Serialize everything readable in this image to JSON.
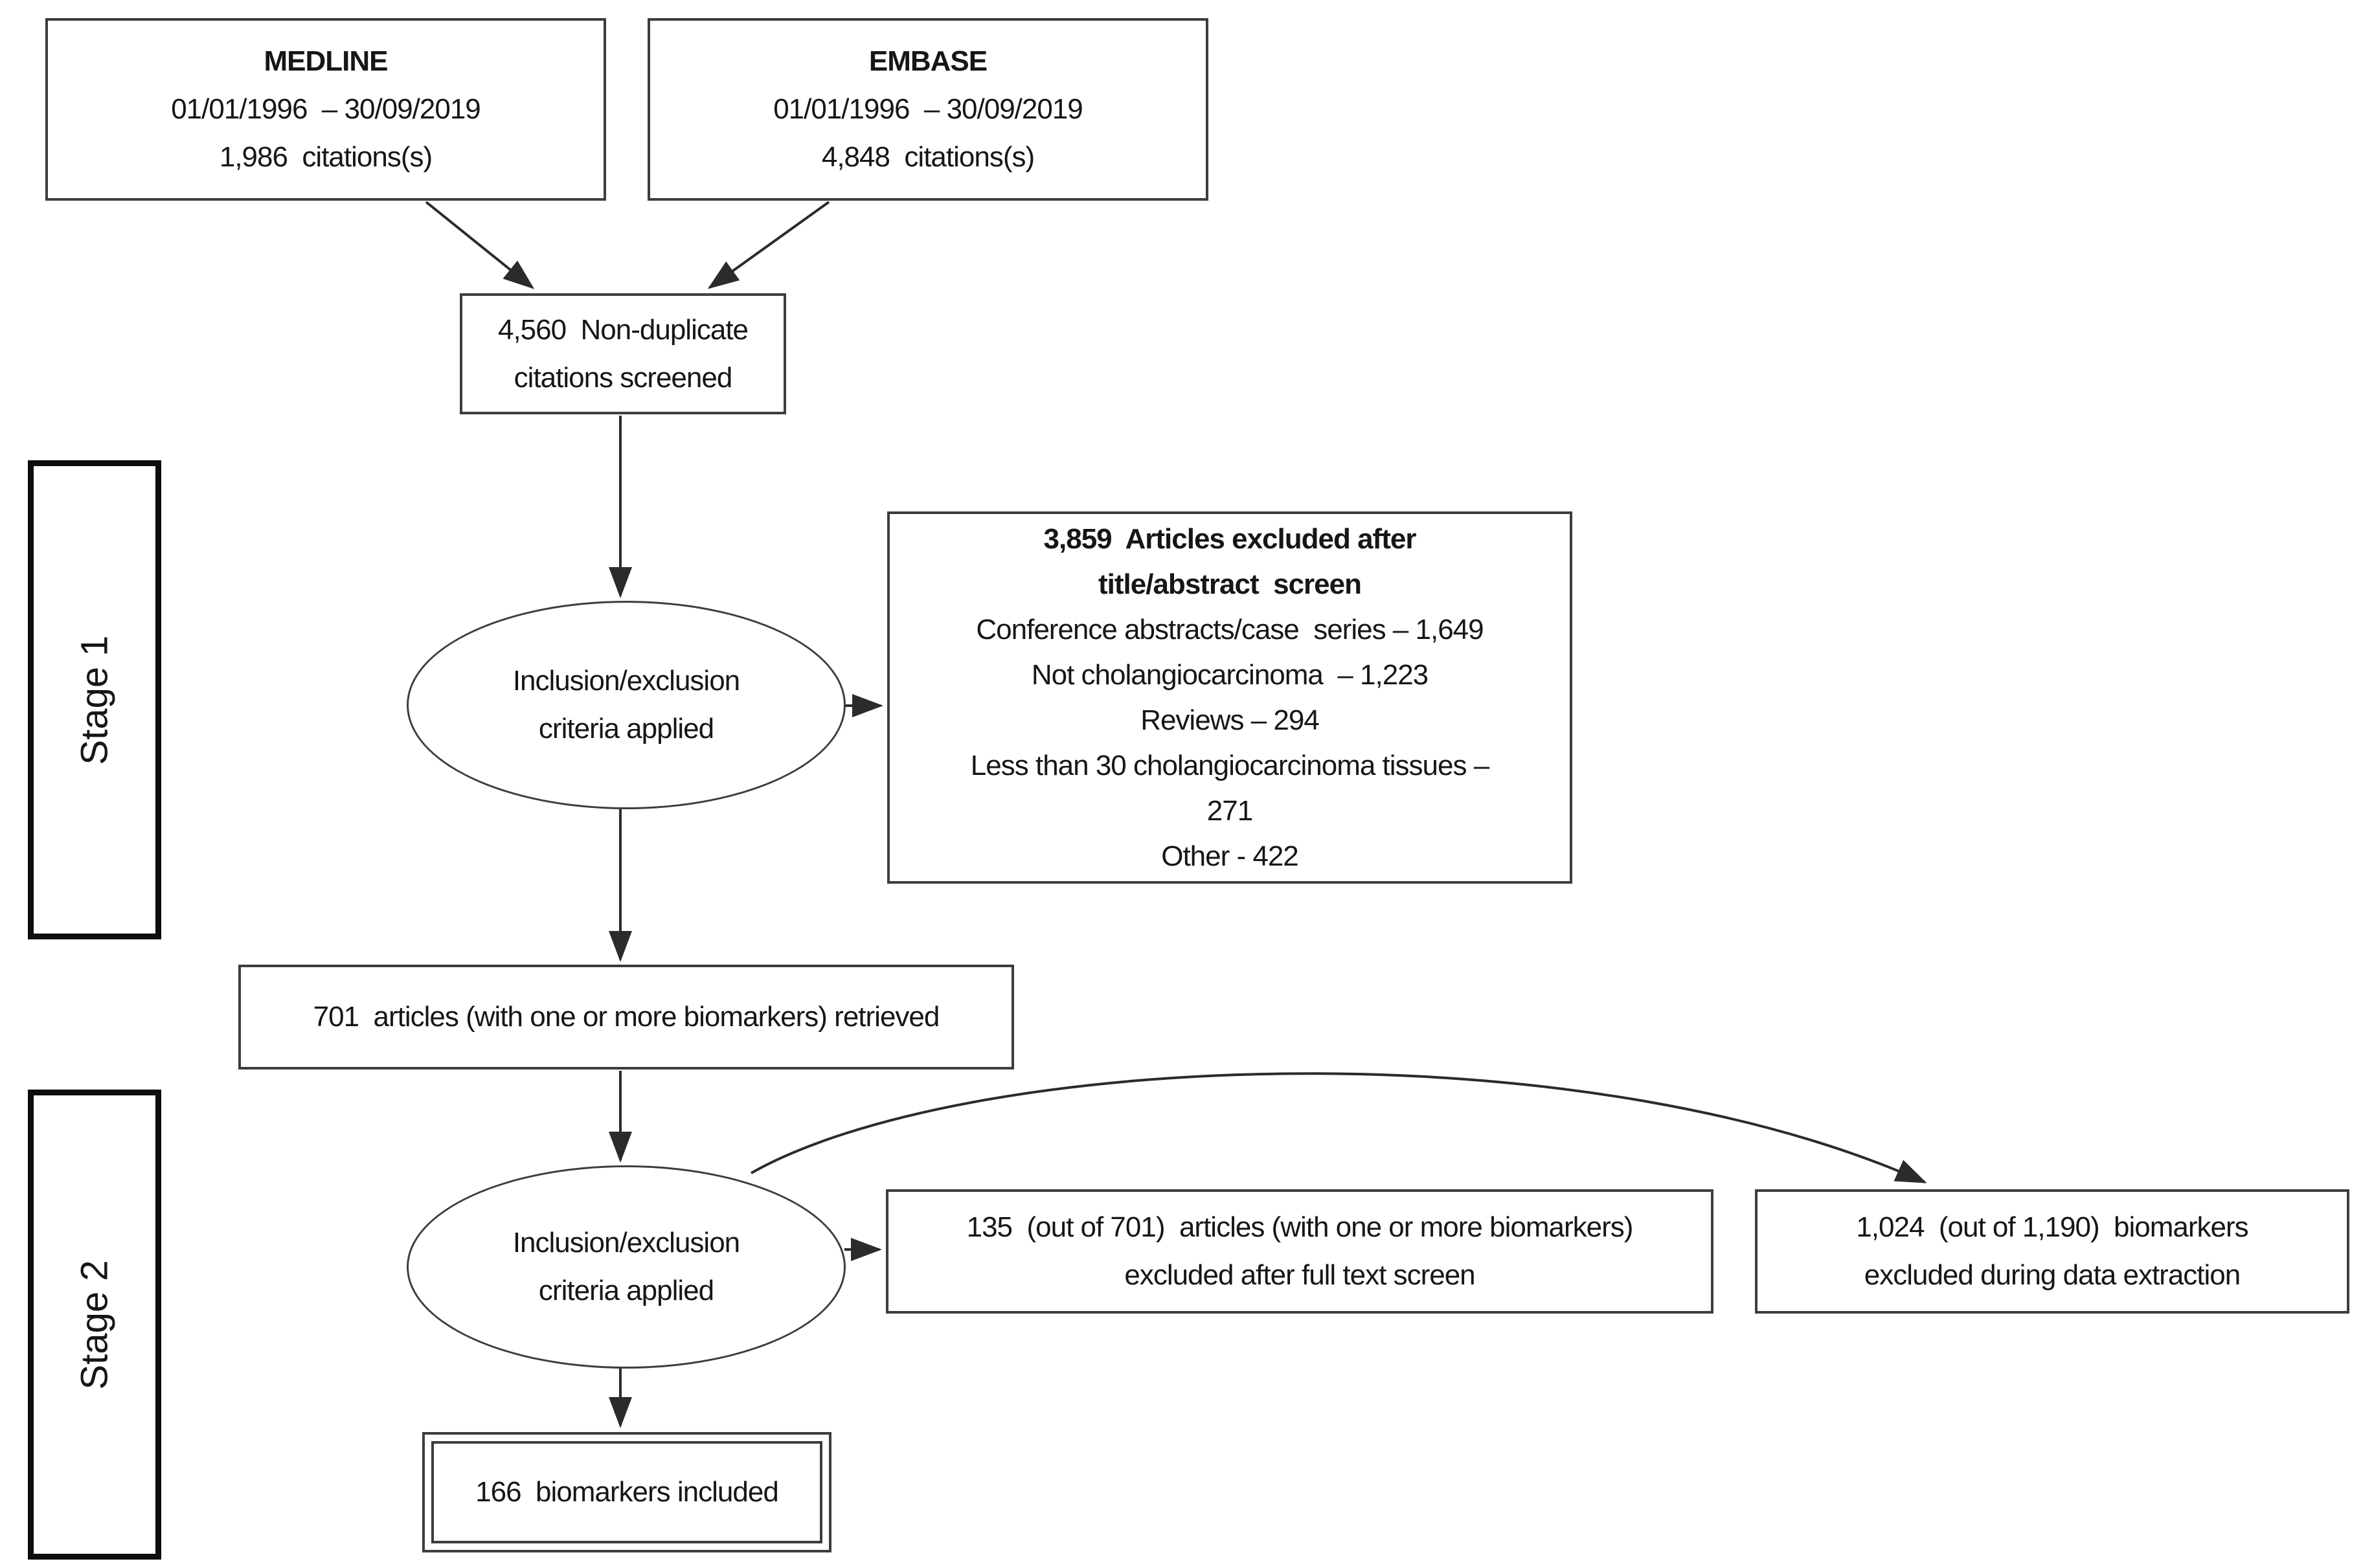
{
  "diagram": {
    "stage1": {
      "label": "Stage 1"
    },
    "stage2": {
      "label": "Stage 2"
    },
    "medline": {
      "title": "MEDLINE",
      "period": "01/01/1996  – 30/09/2019",
      "count": "1,986  citations(s)"
    },
    "embase": {
      "title": "EMBASE",
      "period": "01/01/1996  – 30/09/2019",
      "count": "4,848  citations(s)"
    },
    "screened": {
      "line1": "4,560  Non-duplicate",
      "line2": "citations screened"
    },
    "criteria1": {
      "line1": "Inclusion/exclusion",
      "line2": "criteria applied"
    },
    "criteria2": {
      "line1": "Inclusion/exclusion",
      "line2": "criteria applied"
    },
    "excluded_title_abstract": {
      "heading1": "3,859  Articles excluded after",
      "heading2": "title/abstract  screen",
      "reasons": [
        "Conference abstracts/case  series – 1,649",
        "Not cholangiocarcinoma  – 1,223",
        "Reviews – 294",
        "Less than 30 cholangiocarcinoma tissues –",
        "271",
        "Other - 422"
      ]
    },
    "retrieved": {
      "text": "701  articles (with one or more biomarkers) retrieved"
    },
    "excluded_full_text": {
      "line1": "135  (out of 701)  articles (with one or more biomarkers)",
      "line2": "excluded after full text screen"
    },
    "excluded_data_extraction": {
      "line1": "1,024  (out of 1,190)  biomarkers",
      "line2": "excluded during data extraction"
    },
    "included": {
      "text": "166  biomarkers included"
    }
  },
  "colors": {
    "background": "#ffffff",
    "box_border": "#3d3d3d",
    "stage_border": "#0d0d0d",
    "arrow": "#2b2b2b",
    "text": "#161616"
  }
}
